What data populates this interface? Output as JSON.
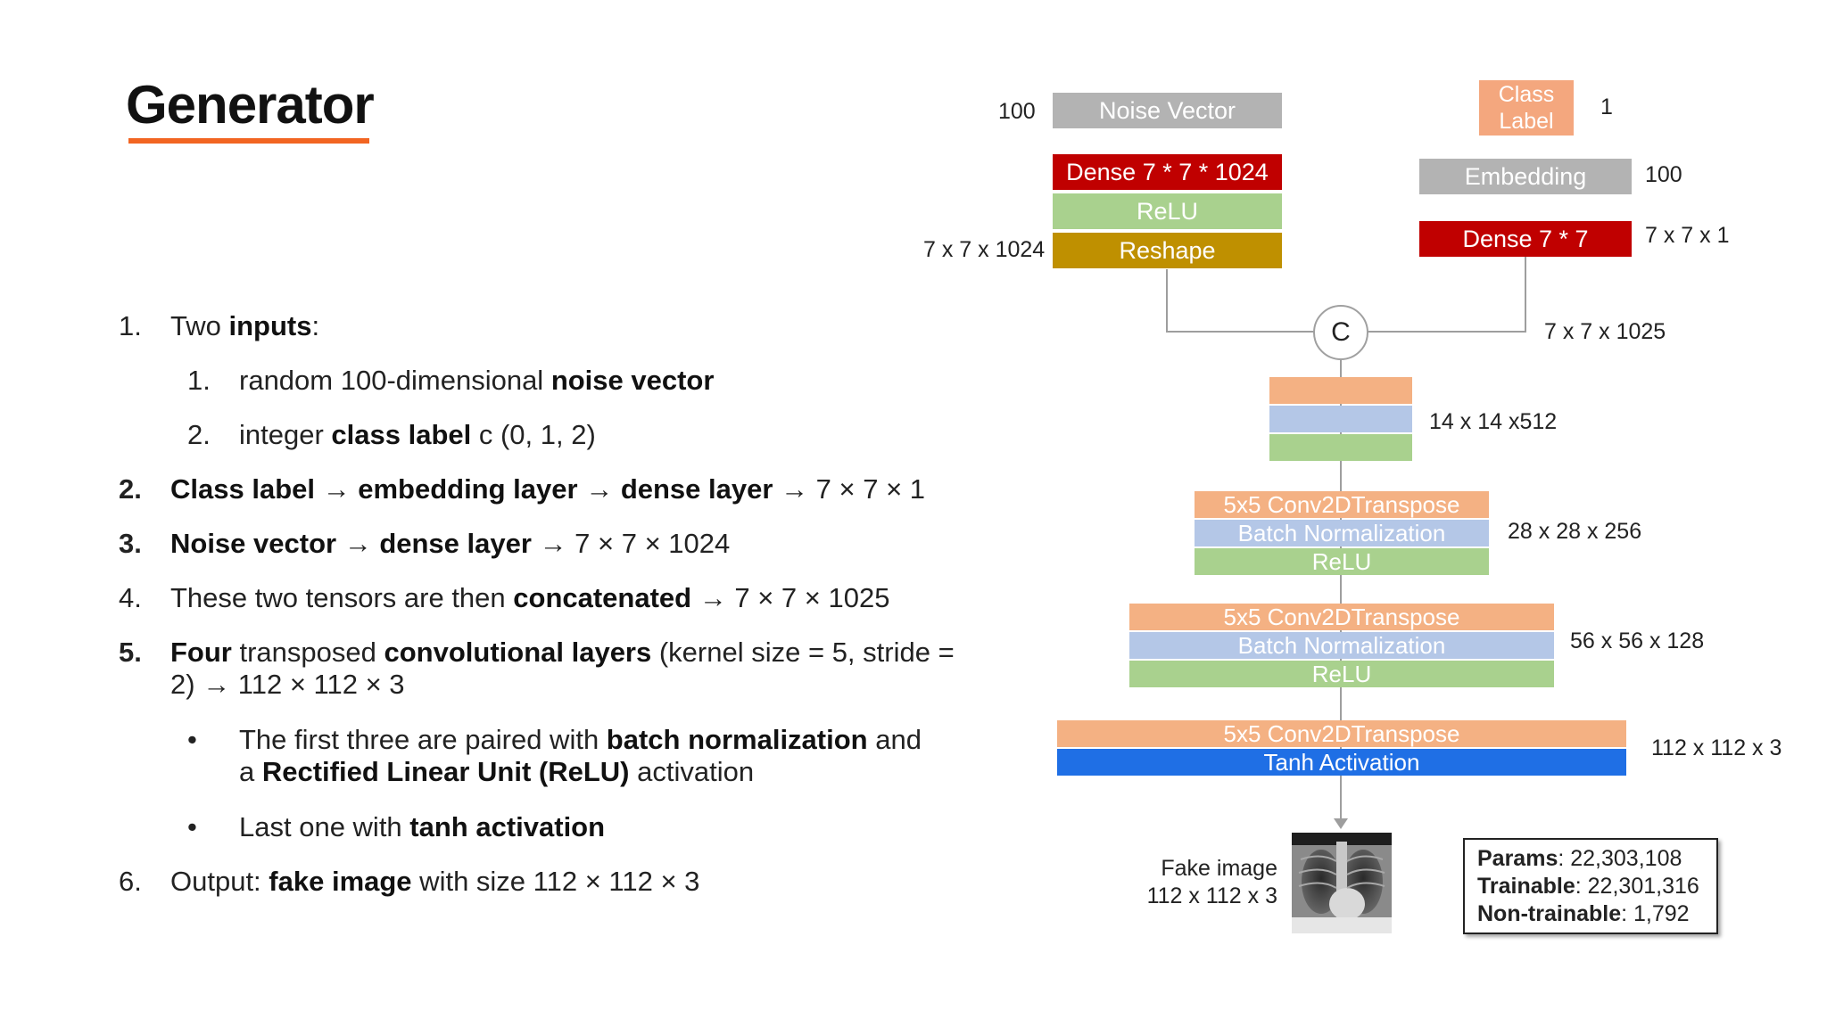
{
  "title": "Generator",
  "colors": {
    "accent": "#f26522",
    "gray": "#b3b3b3",
    "dense_red": "#c00000",
    "relu_green": "#a9d18e",
    "reshape_gold": "#bf9000",
    "conv_orange": "#f4b183",
    "batchnorm_blue": "#b4c7e7",
    "tanh_blue": "#1f6fe5"
  },
  "list": {
    "item1": {
      "num": "1.",
      "pre": "Two ",
      "bold": "inputs",
      "post": ":"
    },
    "item1_1": {
      "num": "1.",
      "pre": "random 100-dimensional ",
      "bold": "noise vector"
    },
    "item1_2": {
      "num": "2.",
      "pre": "integer ",
      "bold": "class label",
      "post": " c (0, 1, 2)"
    },
    "item2": {
      "num": "2.",
      "b1": "Class label",
      "a1": " →  ",
      "b2": "embedding layer",
      "a2": " → ",
      "b3": "dense layer",
      "a3": " →  7 × 7 × 1"
    },
    "item3": {
      "num": "3.",
      "b1": "Noise vector",
      "a1": " → ",
      "b2": "dense layer",
      "a2": " → 7 × 7 × 1024"
    },
    "item4": {
      "num": "4.",
      "pre": "These two tensors are then ",
      "bold": "concatenated",
      "post": " → 7 × 7 × 1025"
    },
    "item5": {
      "num": "5.",
      "b1": "Four",
      "a1": " transposed ",
      "b2": "convolutional layers",
      "a2": " (kernel size = 5, stride = 2) → 112 × 112 × 3"
    },
    "item5_1": {
      "bullet": "•",
      "pre": "The first three are paired with ",
      "b1": "batch normalization",
      "mid": " and a ",
      "b2": "Rectified Linear Unit (ReLU)",
      "post": " activation"
    },
    "item5_2": {
      "bullet": "•",
      "pre": "Last one with ",
      "bold": "tanh activation"
    },
    "item6": {
      "num": "6.",
      "pre": "Output: ",
      "bold": "fake image",
      "post": " with size 112 × 112 × 3"
    }
  },
  "diagram": {
    "noise_dim": "100",
    "noise_vector": "Noise Vector",
    "dense_noise": "Dense 7 * 7 * 1024",
    "relu": "ReLU",
    "reshape": "Reshape",
    "reshape_shape": "7 x 7 x 1024",
    "class_label": "Class Label",
    "class_dim": "1",
    "embedding": "Embedding",
    "embedding_dim": "100",
    "dense_class": "Dense 7 * 7",
    "dense_class_shape": "7 x 7 x 1",
    "concat": "C",
    "concat_shape": "7 x 7 x 1025",
    "block1_shape": "14 x 14 x512",
    "conv": "5x5 Conv2DTranspose",
    "batchnorm": "Batch Normalization",
    "block2_shape": "28 x 28 x 256",
    "block3_shape": "56 x 56 x 128",
    "tanh": "Tanh Activation",
    "block4_shape": "112 x 112 x 3",
    "fake_image": "Fake image",
    "fake_image_shape": "112 x 112 x 3"
  },
  "params": {
    "params_label": "Params",
    "params_value": ": 22,303,108",
    "trainable_label": "Trainable",
    "trainable_value": ": 22,301,316",
    "nontrainable_label": "Non-trainable",
    "nontrainable_value": ": 1,792"
  }
}
